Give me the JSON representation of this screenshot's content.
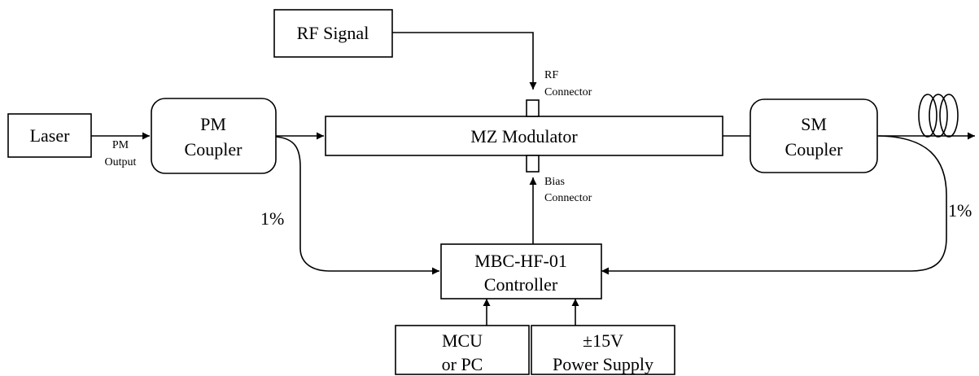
{
  "diagram": {
    "blocks": {
      "rf_signal": "RF Signal",
      "laser": "Laser",
      "pm_coupler": [
        "PM",
        "Coupler"
      ],
      "mz_modulator": "MZ Modulator",
      "sm_coupler": [
        "SM",
        "Coupler"
      ],
      "controller": [
        "MBC-HF-01",
        "Controller"
      ],
      "mcu": [
        "MCU",
        "or PC"
      ],
      "power_supply": [
        "±15V",
        "Power Supply"
      ]
    },
    "labels": {
      "pm_output": [
        "PM",
        "Output"
      ],
      "rf_connector": [
        "RF",
        "Connector"
      ],
      "bias_connector": [
        "Bias",
        "Connector"
      ],
      "tap_left": "1%",
      "tap_right": "1%"
    },
    "colors": {
      "line": "#000000",
      "background": "#ffffff"
    },
    "icons": [
      "fiber-coil-icon"
    ]
  }
}
